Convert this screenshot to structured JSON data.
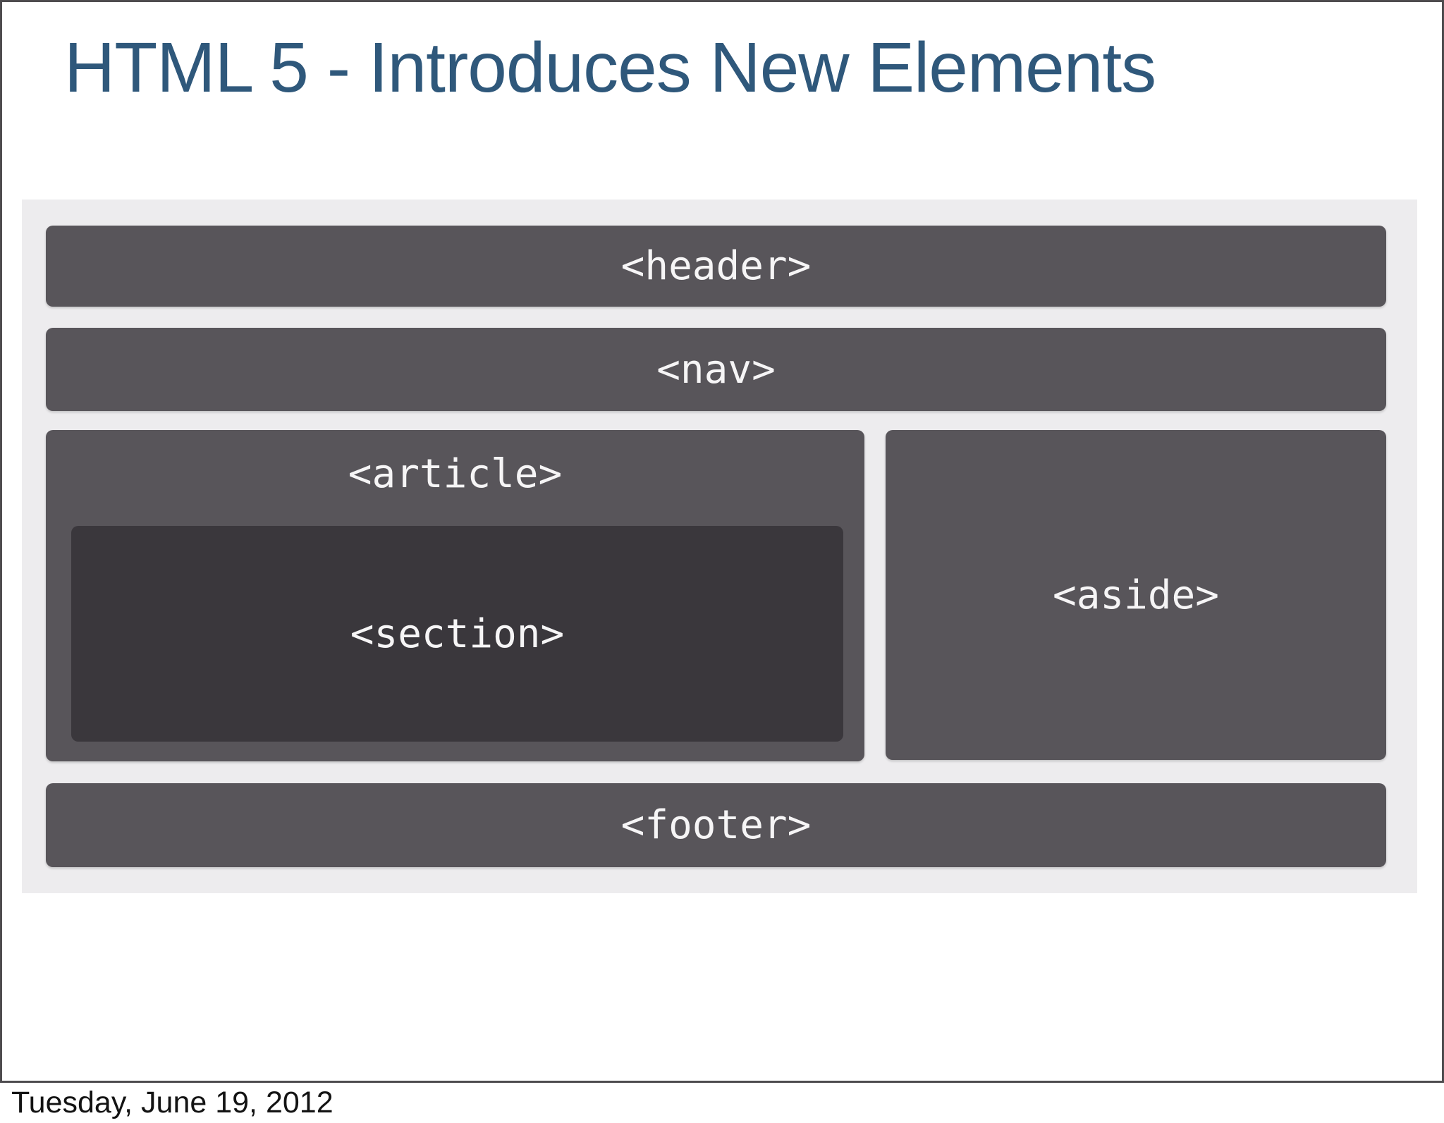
{
  "slide": {
    "title": "HTML 5 - Introduces New Elements",
    "date": "Tuesday, June 19, 2012"
  },
  "diagram": {
    "description": "HTML5 page layout diagram",
    "boxes": {
      "header": {
        "label": "<header>"
      },
      "nav": {
        "label": "<nav>"
      },
      "article": {
        "label": "<article>"
      },
      "section": {
        "label": "<section>"
      },
      "aside": {
        "label": "<aside>"
      },
      "footer": {
        "label": "<footer>"
      }
    }
  },
  "colors": {
    "title_text": "#2f587b",
    "slide_border": "#4e4c4f",
    "diagram_background": "#edecee",
    "element_box": "#58555a",
    "section_box": "#3a373c",
    "box_label_text": "#f6f5f6",
    "date_text": "#131313",
    "slide_background": "#ffffff"
  }
}
